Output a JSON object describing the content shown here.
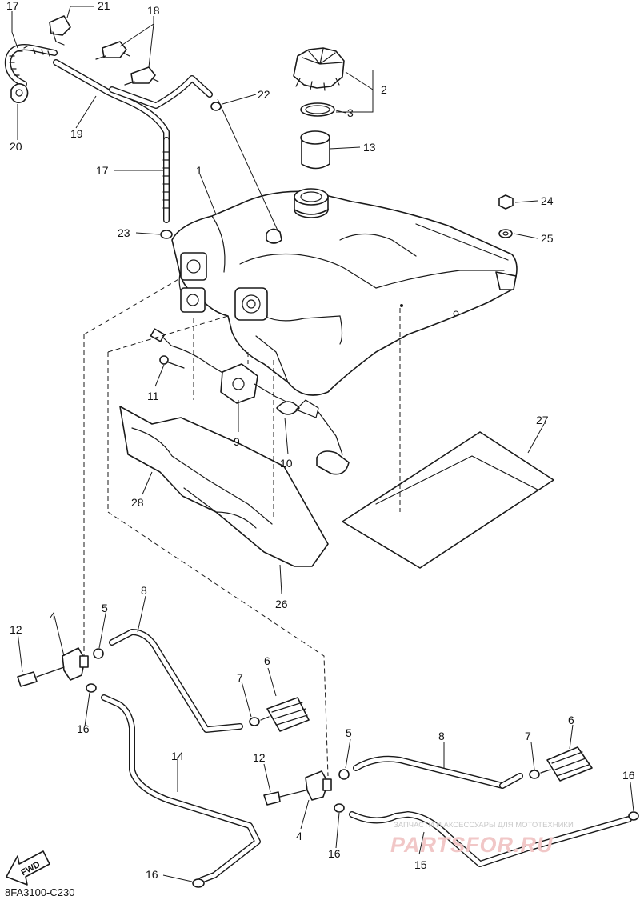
{
  "callouts": {
    "c1": "1",
    "c2": "2",
    "c3": "3",
    "c4a": "4",
    "c4b": "4",
    "c5a": "5",
    "c5b": "5",
    "c6a": "6",
    "c6b": "6",
    "c7a": "7",
    "c7b": "7",
    "c8a": "8",
    "c8b": "8",
    "c9": "9",
    "c10": "10",
    "c11": "11",
    "c12a": "12",
    "c12b": "12",
    "c13": "13",
    "c14": "14",
    "c15": "15",
    "c16a": "16",
    "c16b": "16",
    "c16c": "16",
    "c16d": "16",
    "c17a": "17",
    "c17b": "17",
    "c18": "18",
    "c19": "19",
    "c20": "20",
    "c21": "21",
    "c22": "22",
    "c23": "23",
    "c24": "24",
    "c25": "25",
    "c26": "26",
    "c27": "27",
    "c28": "28"
  },
  "direction_label": "FWD",
  "diagram_code": "8FA3100-C230",
  "watermark": {
    "tagline": "ЗАПЧАСТИ И АКСЕССУАРЫ ДЛЯ МОТОТЕХНИКИ",
    "brand": "PARTSFOR.RU"
  }
}
